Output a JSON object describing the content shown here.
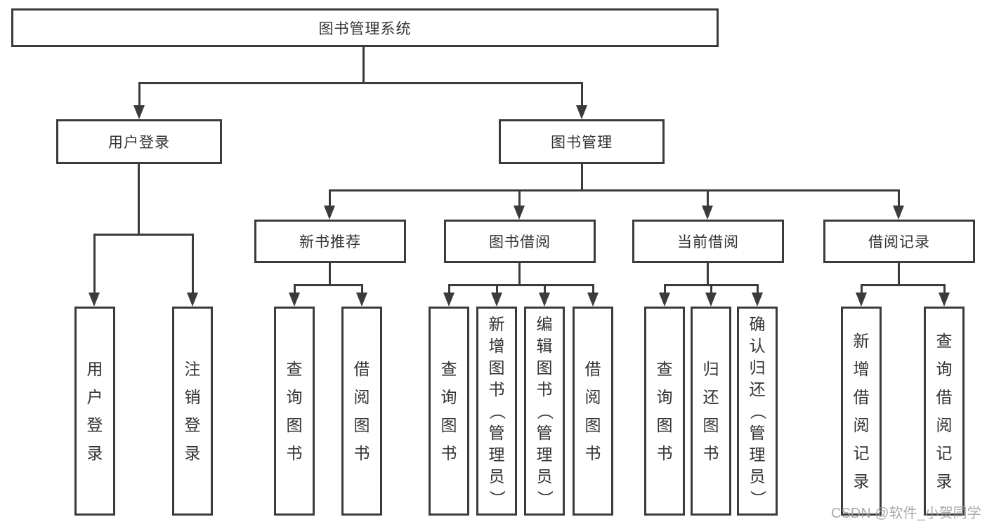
{
  "diagram": {
    "root": {
      "label": "图书管理系统"
    },
    "level2": [
      {
        "label": "用户登录"
      },
      {
        "label": "图书管理"
      }
    ],
    "level3": [
      {
        "label": "新书推荐",
        "parent": "图书管理"
      },
      {
        "label": "图书借阅",
        "parent": "图书管理"
      },
      {
        "label": "当前借阅",
        "parent": "图书管理"
      },
      {
        "label": "借阅记录",
        "parent": "图书管理"
      }
    ],
    "leaves": [
      {
        "label": "用户登录",
        "parent": "用户登录"
      },
      {
        "label": "注销登录",
        "parent": "用户登录"
      },
      {
        "label": "查询图书",
        "parent": "新书推荐"
      },
      {
        "label": "借阅图书",
        "parent": "新书推荐"
      },
      {
        "label": "查询图书",
        "parent": "图书借阅"
      },
      {
        "label": "新增图书（管理员）",
        "parent": "图书借阅"
      },
      {
        "label": "编辑图书（管理员）",
        "parent": "图书借阅"
      },
      {
        "label": "借阅图书",
        "parent": "图书借阅"
      },
      {
        "label": "查询图书",
        "parent": "当前借阅"
      },
      {
        "label": "归还图书",
        "parent": "当前借阅"
      },
      {
        "label": "确认归还（管理员）",
        "parent": "当前借阅"
      },
      {
        "label": "新增借阅记录",
        "parent": "借阅记录"
      },
      {
        "label": "查询借阅记录",
        "parent": "借阅记录"
      }
    ],
    "watermark": "CSDN @软件_小贺同学"
  },
  "colors": {
    "line": "#3b3b3b",
    "box_background": "#ffffff",
    "text": "#333333",
    "watermark": "#9e9e9e",
    "background": "#ffffff"
  }
}
